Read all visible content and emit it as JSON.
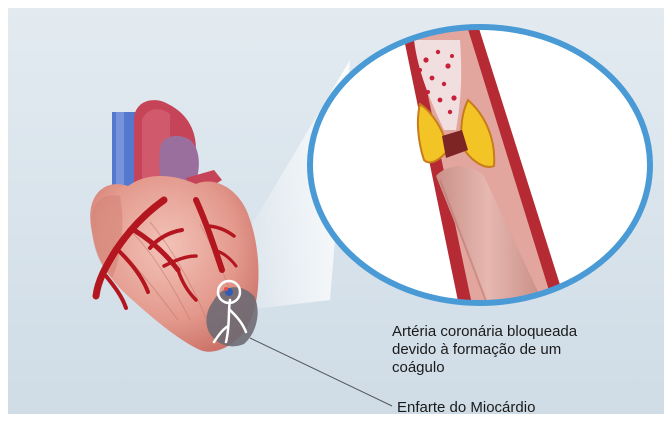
{
  "labels": {
    "artery_line1": "Artéria coronária bloqueada",
    "artery_line2": "devido à formação de um",
    "artery_line3": "coágulo",
    "infarct": "Enfarte do Miocárdio"
  },
  "colors": {
    "background": "#d9e4ec",
    "lens_ring": "#4a9ad6",
    "artery_wall": "#b52a33",
    "heart_muscle": "#e7a59b",
    "heart_vessels": "#b3161f",
    "aorta": "#c84454",
    "vena_cava": "#4f73c9",
    "plaque": "#f2c426",
    "clot": "#8f2a2a",
    "lumen": "#d9a8a0",
    "necrotic_tissue": "#6e6a73"
  },
  "icons": [
    "heart-illustration",
    "coronary-artery-cross-section",
    "magnifier-lens"
  ]
}
